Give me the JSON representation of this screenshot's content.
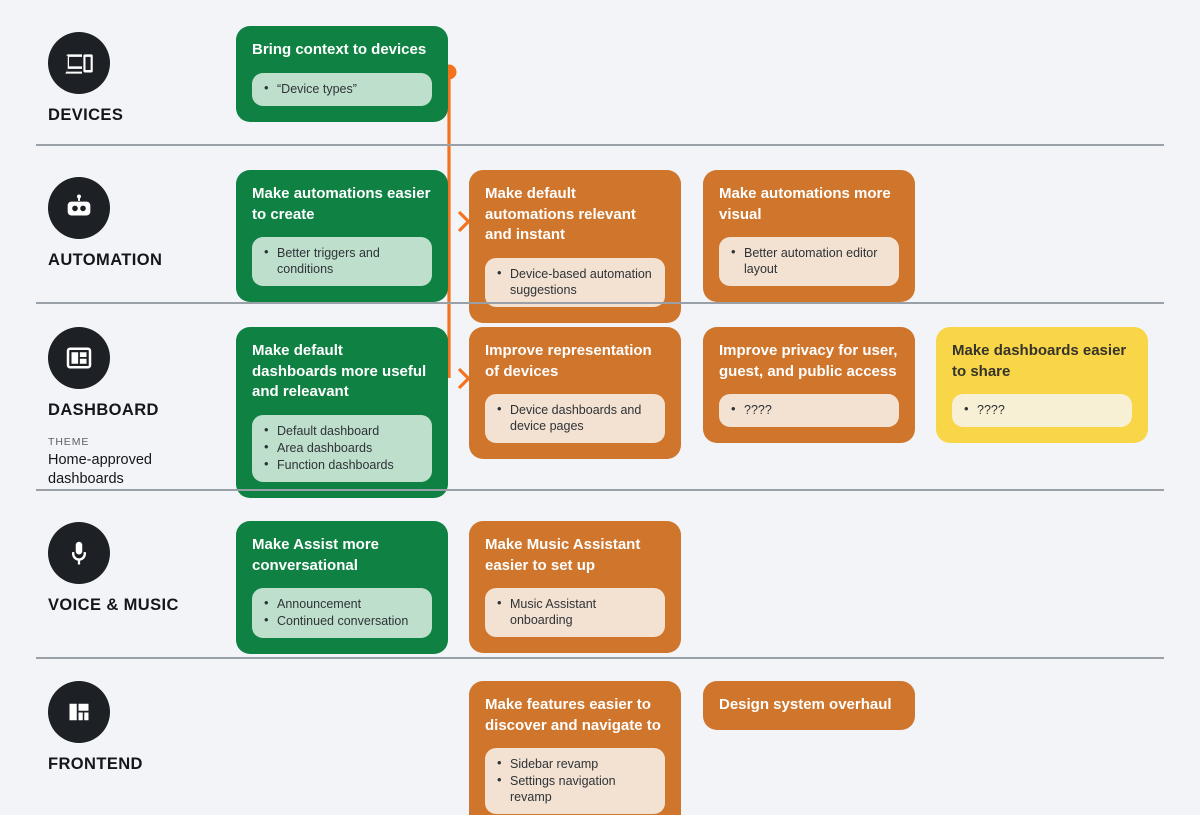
{
  "meta": {
    "background": "#f2f4f8",
    "colors": {
      "green": "#0f8243",
      "orange": "#cf752c",
      "yellow": "#f8d648",
      "green_chip": "#bfdfcd",
      "orange_chip": "#f3e1d1",
      "yellow_chip": "#f7f0d4",
      "icon_circle": "#1d2024",
      "divider": "#9aa0a8",
      "connector": "#f4721d"
    }
  },
  "rows": [
    {
      "id": "devices",
      "icon": "devices-icon",
      "name": "DEVICES",
      "cards": [
        {
          "id": "bring-context-to-devices",
          "color": "green",
          "title": "Bring context to devices",
          "items": [
            "“Device types”"
          ]
        }
      ]
    },
    {
      "id": "automation",
      "icon": "robot-icon",
      "name": "AUTOMATION",
      "cards": [
        {
          "id": "make-automations-easier-to-create",
          "color": "green",
          "title": "Make automations easier to create",
          "items": [
            "Better triggers and conditions"
          ]
        },
        {
          "id": "make-default-automations-relevant-and-instant",
          "color": "orange",
          "title": "Make default automations relevant and instant",
          "items": [
            "Device-based automation suggestions"
          ]
        },
        {
          "id": "make-automations-more-visual",
          "color": "orange",
          "title": "Make automations more visual",
          "items": [
            "Better automation editor layout"
          ]
        }
      ]
    },
    {
      "id": "dashboard",
      "icon": "dashboard-icon",
      "name": "DASHBOARD",
      "theme_label": "THEME",
      "theme_text": "Home-approved dashboards",
      "cards": [
        {
          "id": "make-default-dashboards-more-useful",
          "color": "green",
          "title": "Make default dashboards more useful and releavant",
          "items": [
            "Default dashboard",
            "Area dashboards",
            "Function dashboards"
          ]
        },
        {
          "id": "improve-representation-of-devices",
          "color": "orange",
          "title": "Improve representation of devices",
          "items": [
            "Device dashboards and device pages"
          ]
        },
        {
          "id": "improve-privacy-for-user-guest-public-access",
          "color": "orange",
          "title": "Improve privacy for user, guest, and public access",
          "items": [
            "????"
          ]
        },
        {
          "id": "make-dashboards-easier-to-share",
          "color": "yellow",
          "title": "Make dashboards easier to share",
          "items": [
            "????"
          ]
        }
      ]
    },
    {
      "id": "voice-and-music",
      "icon": "microphone-icon",
      "name": "VOICE & MUSIC",
      "cards": [
        {
          "id": "make-assist-more-conversational",
          "color": "green",
          "title": "Make Assist more conversational",
          "items": [
            "Announcement",
            "Continued conversation"
          ]
        },
        {
          "id": "make-music-assistant-easier-to-set-up",
          "color": "orange",
          "title": "Make Music Assistant easier to set up",
          "items": [
            "Music Assistant onboarding"
          ]
        }
      ]
    },
    {
      "id": "frontend",
      "icon": "layout-icon",
      "name": "FRONTEND",
      "cards": [
        {
          "id": "make-features-easier-to-discover",
          "color": "orange",
          "title": "Make features easier to discover and navigate to",
          "items": [
            "Sidebar revamp",
            "Settings navigation revamp"
          ]
        },
        {
          "id": "design-system-overhaul",
          "color": "orange",
          "title": "Design system overhaul",
          "items": []
        }
      ]
    }
  ]
}
